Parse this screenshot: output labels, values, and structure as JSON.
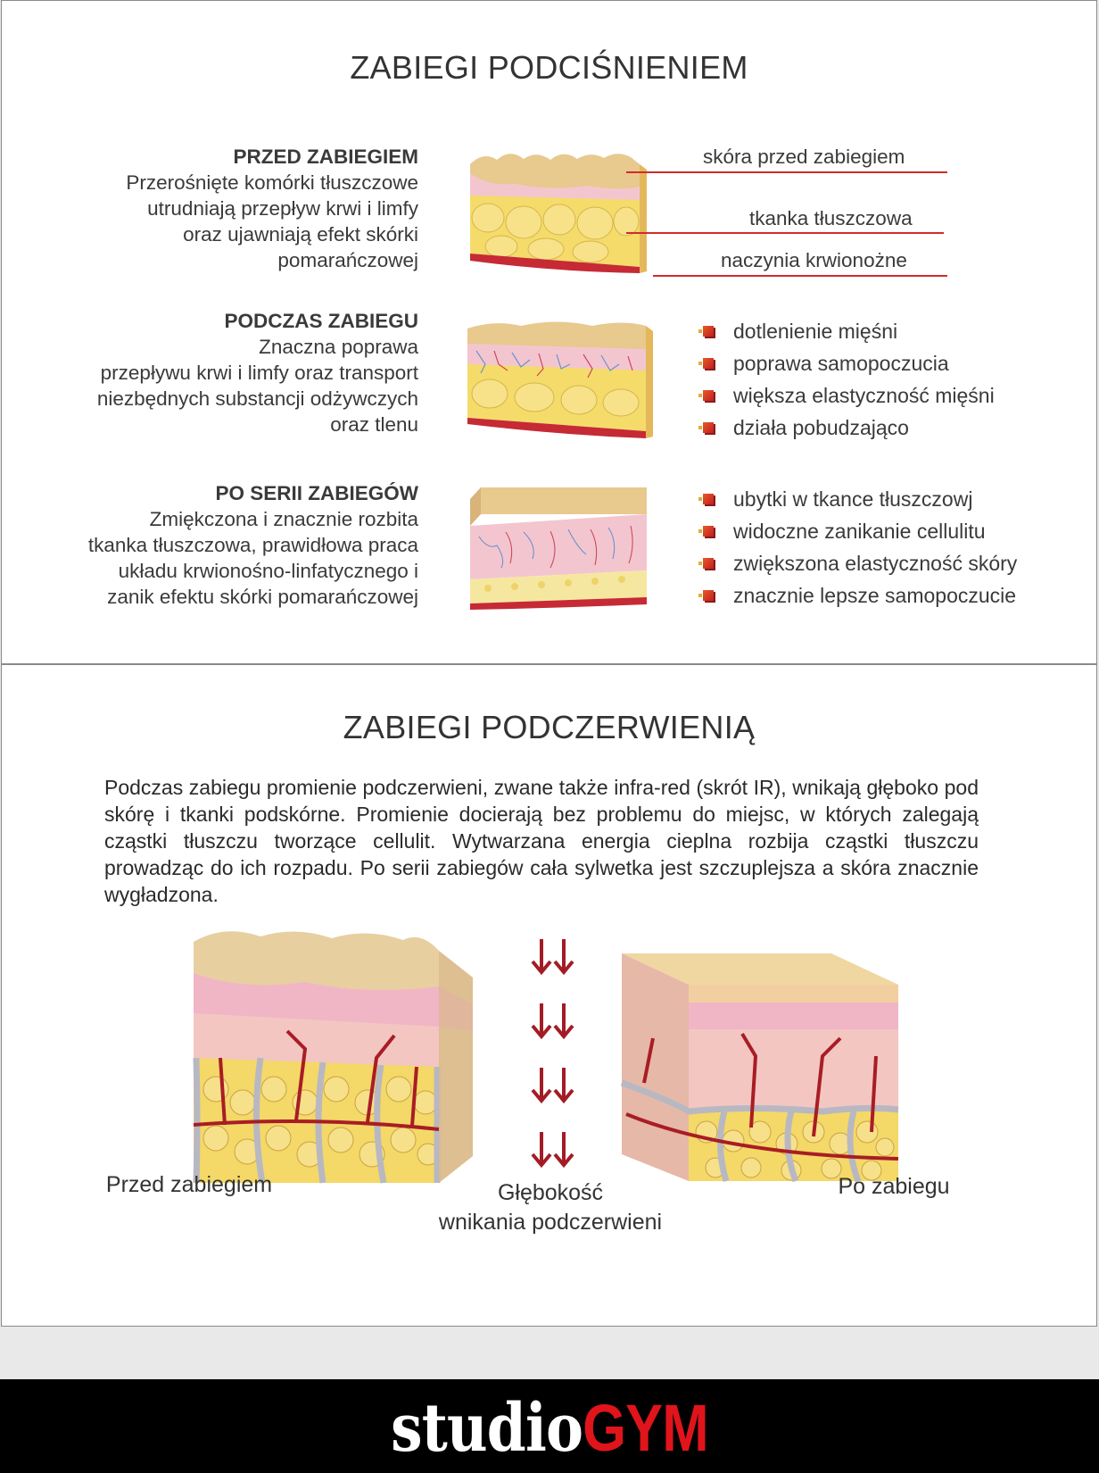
{
  "section1": {
    "title": "ZABIEGI PODCIŚNIENIEM",
    "before": {
      "heading": "PRZED ZABIEGIEM",
      "lines": [
        "Przerośnięte komórki tłuszczowe",
        "utrudniają przepływ krwi i limfy",
        "oraz ujawniają efekt skórki",
        "pomarańczowej"
      ],
      "labels": [
        "skóra przed zabiegiem",
        "tkanka tłuszczowa",
        "naczynia krwionożne"
      ]
    },
    "during": {
      "heading": "PODCZAS ZABIEGU",
      "lines": [
        "Znaczna poprawa",
        "przepływu krwi i limfy oraz transport",
        "niezbędnych substancji odżywczych",
        "oraz tlenu"
      ],
      "bullets": [
        "dotlenienie mięśni",
        "poprawa samopoczucia",
        "większa elastyczność mięśni",
        "działa pobudzająco"
      ]
    },
    "after": {
      "heading": "PO SERII ZABIEGÓW",
      "lines": [
        "Zmiękczona i znacznie rozbita",
        "tkanka tłuszczowa, prawidłowa praca",
        "układu krwionośno-linfatycznego i",
        "zanik efektu skórki pomarańczowej"
      ],
      "bullets": [
        "ubytki w tkance tłuszczowj",
        "widoczne zanikanie cellulitu",
        "zwiększona elastyczność skóry",
        "znacznie lepsze samopoczucie"
      ]
    }
  },
  "section2": {
    "title": "ZABIEGI PODCZERWIENIĄ",
    "paragraph": "Podczas zabiegu promienie podczerwieni, zwane także infra-red (skrót IR), wnikają głęboko pod skórę i tkanki podskórne. Promienie docierają bez problemu do miejsc, w których zalegają cząstki tłuszczu tworzące cellulit. Wytwarzana energia cieplna rozbija cząstki tłuszczu prowadząc do ich rozpadu. Po serii zabiegów cała sylwetka jest szczuplejsza a skóra znacznie wygładzona.",
    "caption_before": "Przed zabiegiem",
    "caption_depth_1": "Głębokość",
    "caption_depth_2": "wnikania podczerwieni",
    "caption_after": "Po zabiegu"
  },
  "footer": {
    "logo_part1": "studio",
    "logo_part2": "GYM"
  },
  "colors": {
    "accent_red": "#d12b2b",
    "fat_yellow": "#f2d45a",
    "skin_tan": "#e8c98e",
    "dermis_pink": "#f3c6cf"
  }
}
